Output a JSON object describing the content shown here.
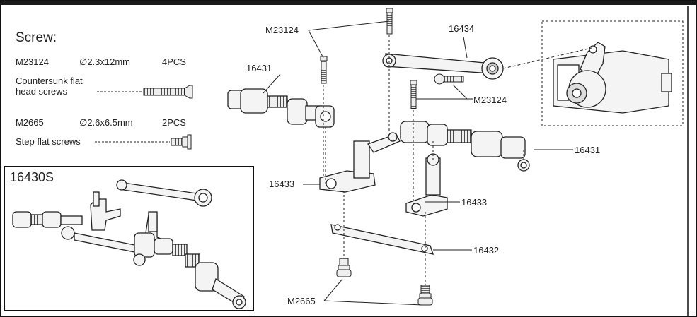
{
  "screw_legend": {
    "title": "Screw:",
    "rows": [
      {
        "code": "M23124",
        "size": "∅2.3x12mm",
        "qty": "4PCS",
        "description_line1": "Countersunk flat",
        "description_line2": "head screws"
      },
      {
        "code": "M2665",
        "size": "∅2.6x6.5mm",
        "qty": "2PCS",
        "description_line1": "Step flat screws"
      }
    ]
  },
  "assembly_box": {
    "title": "16430S"
  },
  "callouts": {
    "m23124_top": "M23124",
    "p16434": "16434",
    "p16431_left": "16431",
    "m23124_right": "M23124",
    "p16431_right": "16431",
    "p16433_left": "16433",
    "p16433_right": "16433",
    "p16432": "16432",
    "m2665": "M2665"
  },
  "colors": {
    "line": "#222222",
    "frame": "#111111",
    "part_fill": "#f4f4f4",
    "dark_fill": "#2a2a2a"
  }
}
